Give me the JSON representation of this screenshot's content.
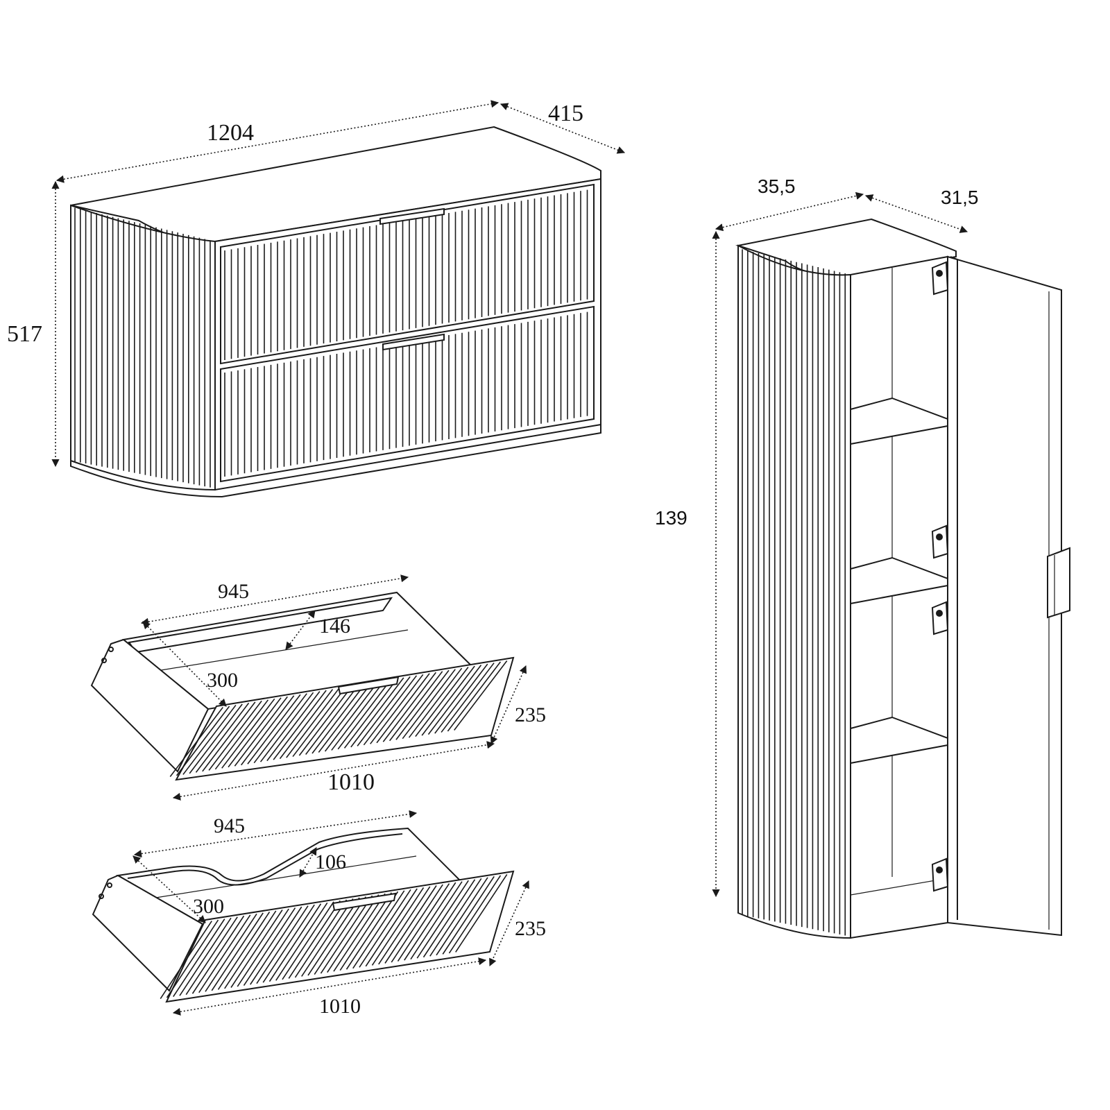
{
  "vanity": {
    "width_label": "1204",
    "depth_label": "415",
    "height_label": "517"
  },
  "drawer_top": {
    "inner_width_label": "945",
    "inner_depth_label": "146",
    "side_depth_label": "300",
    "front_height_label": "235",
    "front_width_label": "1010"
  },
  "drawer_bottom": {
    "inner_width_label": "945",
    "cutout_depth_label": "106",
    "side_depth_label": "300",
    "front_height_label": "235",
    "front_width_label": "1010"
  },
  "tall_cabinet": {
    "width_label": "35,5",
    "depth_label": "31,5",
    "height_label": "139"
  },
  "colors": {
    "line": "#1a1a1a",
    "background": "#ffffff"
  }
}
